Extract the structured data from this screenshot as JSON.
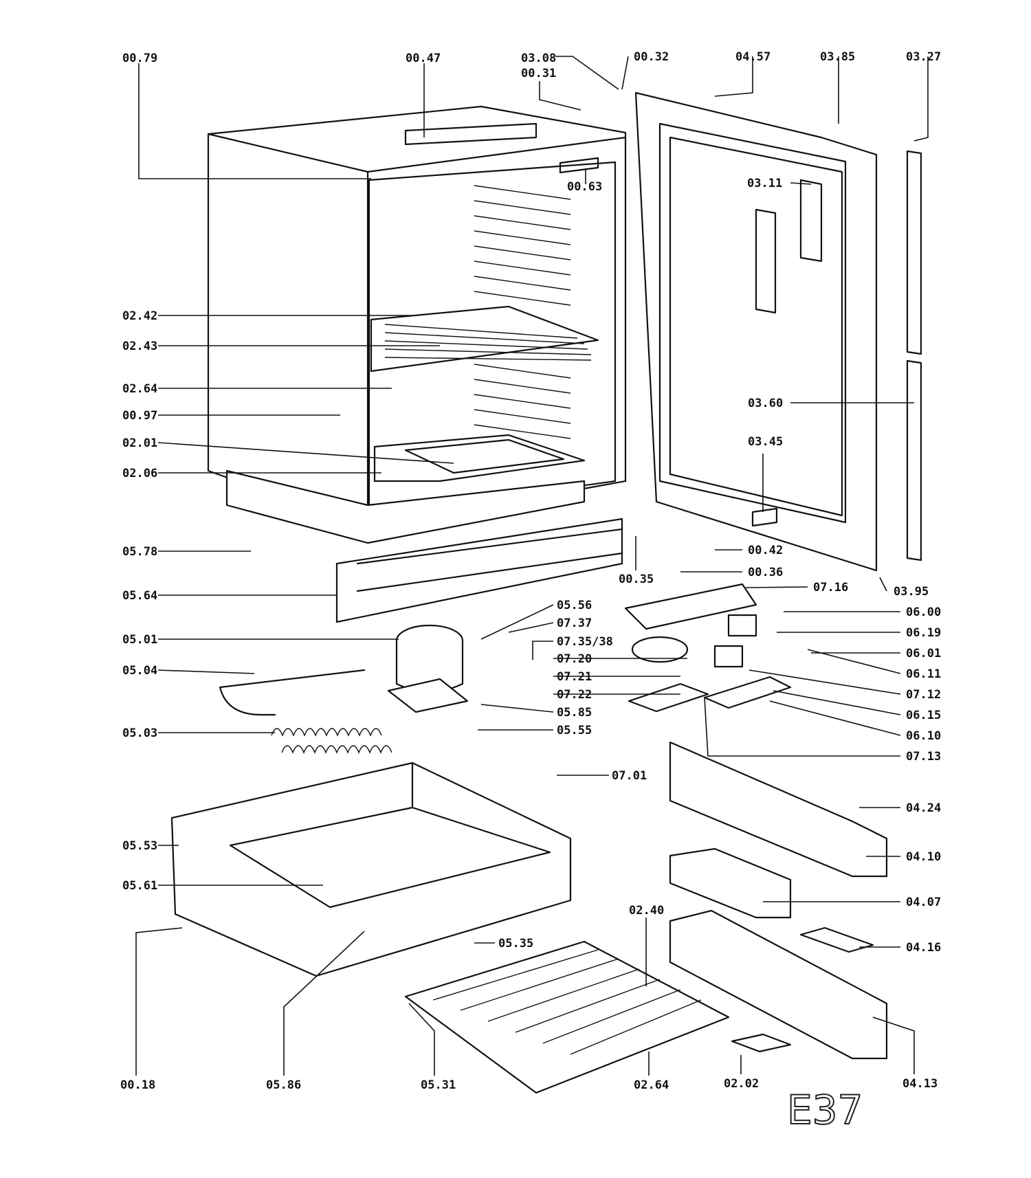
{
  "part_labels": [
    "00.79",
    "00.47",
    "03.08",
    "00.31",
    "00.32",
    "04.57",
    "03.85",
    "03.27",
    "00.63",
    "03.11",
    "02.42",
    "02.43",
    "02.64",
    "00.97",
    "02.01",
    "02.06",
    "03.60",
    "03.45",
    "05.78",
    "00.42",
    "00.36",
    "00.35",
    "05.64",
    "07.16",
    "03.95",
    "05.56",
    "06.00",
    "07.37",
    "06.19",
    "05.01",
    "07.35/38",
    "07.20",
    "06.01",
    "05.04",
    "07.21",
    "06.11",
    "07.22",
    "07.12",
    "05.85",
    "06.15",
    "05.03",
    "05.55",
    "06.10",
    "07.13",
    "07.01",
    "04.24",
    "05.53",
    "04.10",
    "05.61",
    "04.07",
    "02.40",
    "05.35",
    "04.16",
    "00.18",
    "05.86",
    "05.31",
    "02.64",
    "02.02",
    "04.13"
  ],
  "diagram_code": "E37"
}
